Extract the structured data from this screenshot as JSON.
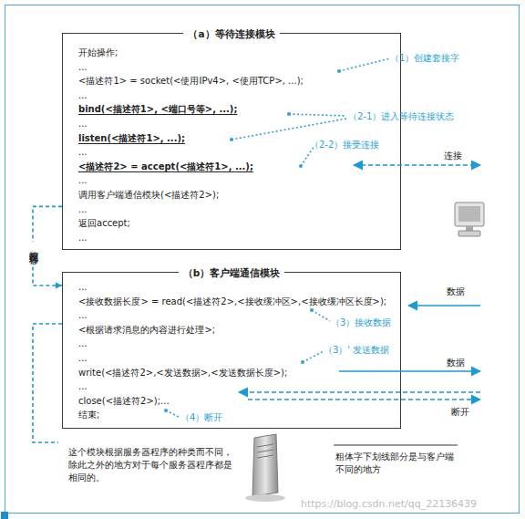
{
  "diagram": {
    "nodes": [
      {
        "text": [
          "（a）等待连接模块",
          "开始操作;",
          "...",
          "<描述符1> = socket(<使用IPv4>, <使用TCP>, ...);",
          "...",
          "bind(<描述符1>, <端口号等>, ...);",
          "...",
          "listen(<描述符1>, ...);",
          "...",
          "<描述符2> = accept(<描述符1>, ...);",
          "...",
          "调用客户端通信模块(<描述符2>);",
          "...",
          "返回accept;",
          "..."
        ]
      },
      {
        "text": [
          "（b）客户端通信模块",
          "...",
          "<接收数据长度> = read(<描述符2>,<接收缓冲区>,<接收缓冲区长度>);",
          "...",
          "<根据请求消息的内容进行处理>;",
          "...",
          "...",
          "write(<描述符2>,<发送数据>,<发送数据长度>);",
          "...",
          "close(<描述符2>);...",
          "结束;"
        ]
      }
    ],
    "edges": [
      {
        "from": 0,
        "to": 1,
        "arrow": "to",
        "label": "控制流程转移"
      }
    ],
    "labels": [
      "（1）创建套接字",
      "（2-1）进入等待连接状态",
      "（2-2）接受连接",
      "连接",
      "数据",
      "（3）接收数据",
      "（3）' 发送数据",
      "数据",
      "断开",
      "（4）断开",
      "这个模块根据服务器程序的种类而不同，除此之外的地方对于每个服务器程序都是相同的。",
      "粗体字下划线部分是与客户端不同的地方",
      "https://blog.csdn.net/qq_22136439"
    ]
  }
}
